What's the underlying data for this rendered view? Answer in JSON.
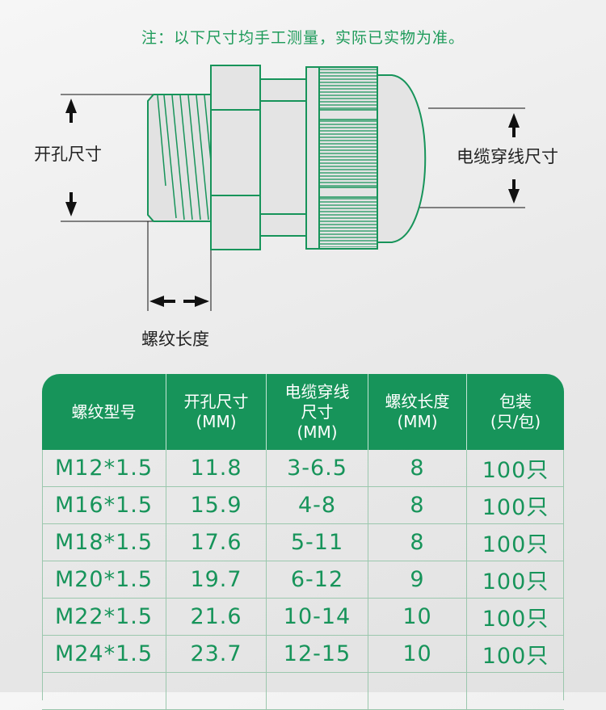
{
  "note": "注：以下尺寸均手工测量，实际已实物为准。",
  "diagram": {
    "hole_size_label": "开孔尺寸",
    "cable_size_label": "电缆穿线尺寸",
    "thread_length_label": "螺纹长度",
    "colors": {
      "stroke": "#17945a",
      "fill": "#e0e0e0",
      "arrow": "#111111"
    }
  },
  "table": {
    "headers": [
      "螺纹型号",
      "开孔尺寸\n(MM)",
      "电缆穿线\n尺寸\n(MM)",
      "螺纹长度\n(MM)",
      "包装\n(只/包)"
    ],
    "rows": [
      [
        "M12*1.5",
        "11.8",
        "3-6.5",
        "8",
        "100只"
      ],
      [
        "M16*1.5",
        "15.9",
        "4-8",
        "8",
        "100只"
      ],
      [
        "M18*1.5",
        "17.6",
        "5-11",
        "8",
        "100只"
      ],
      [
        "M20*1.5",
        "19.7",
        "6-12",
        "9",
        "100只"
      ],
      [
        "M22*1.5",
        "21.6",
        "10-14",
        "10",
        "100只"
      ],
      [
        "M24*1.5",
        "23.7",
        "12-15",
        "10",
        "100只"
      ],
      [
        "",
        "",
        "",
        "",
        ""
      ]
    ],
    "colors": {
      "header_bg": "#17945a",
      "text": "#17945a",
      "grid": "#9bc7ad"
    }
  }
}
